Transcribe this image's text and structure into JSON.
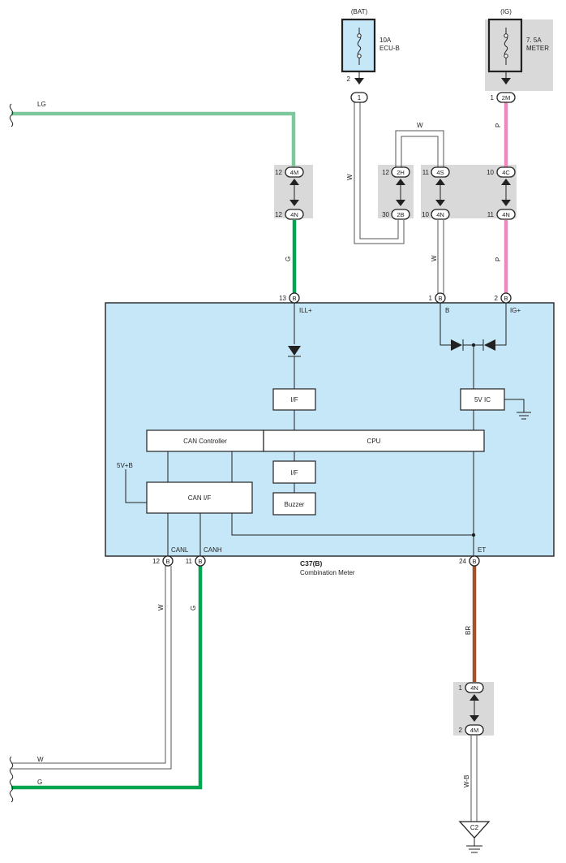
{
  "colors": {
    "lg": "#7dc79d",
    "green": "#00a650",
    "pink": "#ef86bd",
    "brown": "#a0522d",
    "white_outline": "#555555",
    "meter_fill": "#c6e7f8",
    "fuse_fill": "#c6e7f8",
    "junction_fill": "#d9d9d9",
    "line": "#222222"
  },
  "fuses": {
    "bat": {
      "source": "(BAT)",
      "rating": "10A",
      "name": "ECU-B",
      "pin": "2",
      "conn": "1"
    },
    "ig": {
      "source": "(IG)",
      "rating": "7. 5A",
      "name": "METER",
      "pin": "1",
      "conn": "2M"
    }
  },
  "wires": {
    "lg": "LG",
    "g_top": "G",
    "w_bat": "W",
    "w_top": "W",
    "w_mid": "W",
    "p_top": "P",
    "p_bot": "P",
    "w_bottom": "W",
    "g_bottom": "G",
    "br": "BR",
    "w_b": "W-B",
    "w_out": "W",
    "g_out": "G"
  },
  "junctions": {
    "j1": {
      "top_pin": "12",
      "top_conn": "4M",
      "bot_pin": "12",
      "bot_conn": "4N"
    },
    "j2": {
      "top_pin": "12",
      "top_conn": "2H",
      "bot_pin": "30",
      "bot_conn": "2B"
    },
    "j3": {
      "top_pin": "11",
      "top_conn": "4S",
      "bot_pin": "10",
      "bot_conn": "4N"
    },
    "j4": {
      "top_pin": "10",
      "top_conn": "4C",
      "bot_pin": "11",
      "bot_conn": "4N"
    },
    "j5": {
      "top_pin": "1",
      "top_conn": "4N",
      "bot_pin": "2",
      "bot_conn": "4M"
    }
  },
  "meter": {
    "code": "C37(B)",
    "name": "Combination Meter",
    "pins": {
      "ill": {
        "num": "13",
        "conn": "B",
        "label": "ILL+"
      },
      "b": {
        "num": "1",
        "conn": "B",
        "label": "B"
      },
      "ig": {
        "num": "2",
        "conn": "B",
        "label": "IG+"
      },
      "canl": {
        "num": "12",
        "conn": "B",
        "label": "CANL"
      },
      "canh": {
        "num": "11",
        "conn": "B",
        "label": "CANH"
      },
      "et": {
        "num": "24",
        "conn": "B",
        "label": "ET"
      }
    },
    "blocks": {
      "if_top": "I/F",
      "five_v_ic": "5V IC",
      "can_controller": "CAN Controller",
      "cpu": "CPU",
      "if_mid": "I/F",
      "buzzer": "Buzzer",
      "can_if": "CAN I/F",
      "five_v_b": "5V+B"
    }
  },
  "ground": {
    "label": "C2"
  }
}
